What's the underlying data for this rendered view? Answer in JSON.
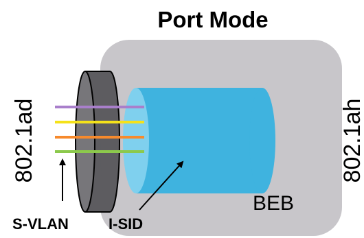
{
  "title": "Port Mode",
  "left_label": "802.1ad",
  "right_label": "802.1ah",
  "box_label": "BEB",
  "svlan_label": "S-VLAN",
  "isid_label": "I-SID",
  "colors": {
    "box": "#c8c6ca",
    "outer_cylinder": "#5d5c60",
    "inner_cylinder": "#3fb3df",
    "inner_cylinder_face": "#7fd0ee",
    "vlan_lines": [
      "#a97fcb",
      "#f5e21a",
      "#f78a2c",
      "#8cc94c"
    ]
  }
}
